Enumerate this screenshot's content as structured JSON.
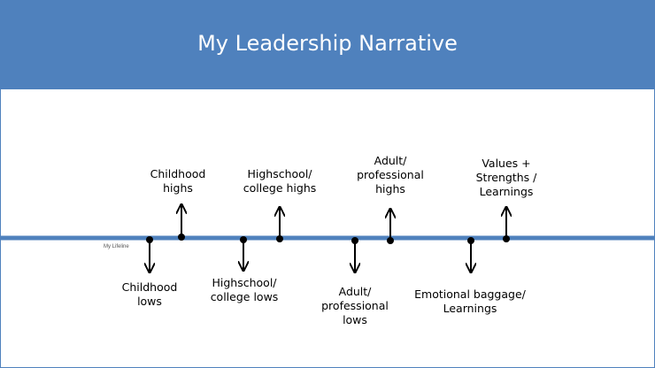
{
  "slide": {
    "title": "My Leadership Narrative",
    "colors": {
      "header": "#4f81bd",
      "line": "#4f81bd",
      "text": "#000000"
    }
  },
  "timeline": {
    "label": "My Lifeline",
    "above": [
      {
        "text": "Childhood\nhighs"
      },
      {
        "text": "Highschool/\ncollege highs"
      },
      {
        "text": "Adult/\nprofessional\nhighs"
      },
      {
        "text": "Values +\nStrengths /\nLearnings"
      }
    ],
    "below": [
      {
        "text": "Childhood\nlows"
      },
      {
        "text": "Highschool/\ncollege lows"
      },
      {
        "text": "Adult/\nprofessional\nlows"
      },
      {
        "text": "Emotional baggage/\nLearnings"
      }
    ]
  }
}
